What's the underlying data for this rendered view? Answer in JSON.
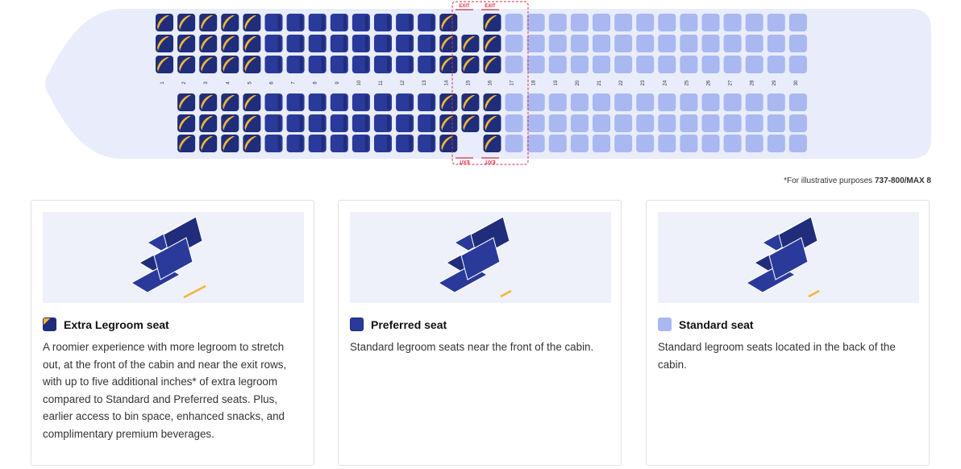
{
  "seat_map": {
    "row_numbers": [
      "1",
      "2",
      "3",
      "4",
      "5",
      "6",
      "7",
      "8",
      "9",
      "10",
      "11",
      "12",
      "13",
      "14",
      "15",
      "16",
      "17",
      "18",
      "19",
      "20",
      "21",
      "22",
      "23",
      "24",
      "25",
      "26",
      "27",
      "28",
      "29",
      "30"
    ],
    "exit_label": "EXIT",
    "note_prefix": "*For illustrative purposes ",
    "note_model": "737-800/MAX 8"
  },
  "colors": {
    "extra_legroom": "#1f2d7a",
    "extra_legroom_accent": "#f2b535",
    "preferred": "#2a3a9a",
    "standard": "#a9b8f0",
    "cabin": "#e8ecfb",
    "exit": "#d6304a"
  },
  "cards": [
    {
      "icon": "extra-legroom-seat-icon",
      "title": "Extra Legroom seat",
      "description": "A roomier experience with more legroom to stretch out, at the front of the cabin and near the exit rows, with up to five additional inches* of extra legroom compared to Standard and Preferred seats. Plus, earlier access to bin space, enhanced snacks, and complimentary premium beverages."
    },
    {
      "icon": "preferred-seat-icon",
      "title": "Preferred seat",
      "description": "Standard legroom seats near the front of the cabin."
    },
    {
      "icon": "standard-seat-icon",
      "title": "Standard seat",
      "description": "Standard legroom seats located in the back of the cabin."
    }
  ]
}
